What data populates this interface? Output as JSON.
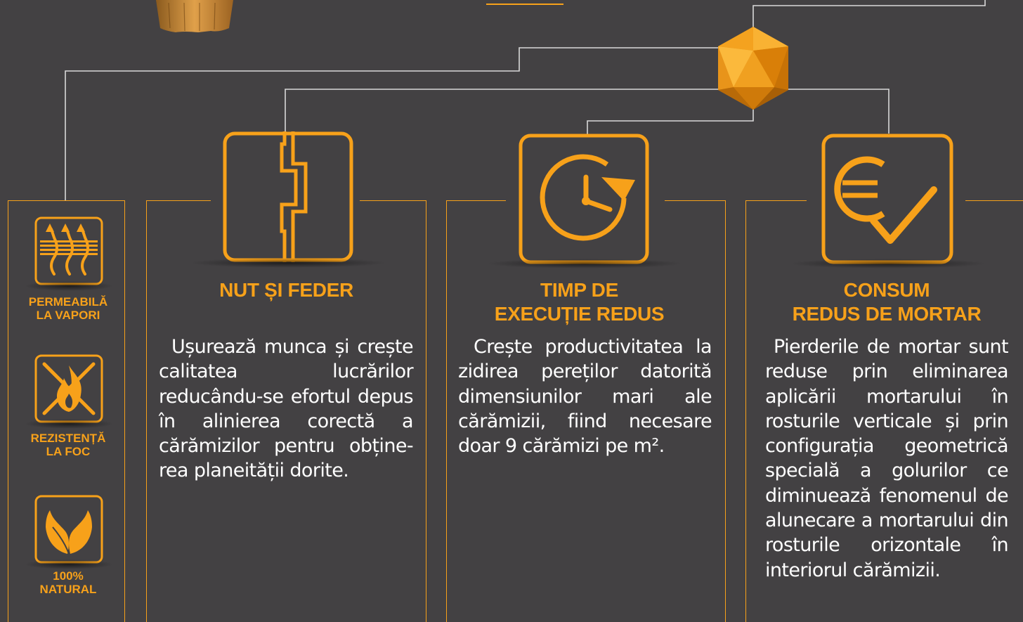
{
  "colors": {
    "accent": "#f7a11a",
    "background": "#434143",
    "connector": "#d9d9d9",
    "text": "#ffffff"
  },
  "sidebar": {
    "features": [
      {
        "icon": "vapor-permeable-icon",
        "label_line1": "PERMEABILĂ",
        "label_line2": "LA VAPORI"
      },
      {
        "icon": "fire-resistant-icon",
        "label_line1": "REZISTENȚĂ",
        "label_line2": "LA FOC"
      },
      {
        "icon": "natural-leaf-icon",
        "label_line1": "100%",
        "label_line2": "NATURAL"
      }
    ]
  },
  "cards": [
    {
      "icon": "tongue-groove-icon",
      "title_line1": "NUT ȘI FEDER",
      "title_line2": "",
      "text": "Ușurează munca și crește calitatea lucrărilor reducându-se efortul depus în alinierea corectă a cărămizilor pentru obține-rea planeității dorite."
    },
    {
      "icon": "clock-refresh-icon",
      "title_line1": "TIMP DE",
      "title_line2": "EXECUȚIE REDUS",
      "text": "Crește productivitatea la zidirea pereților datorită dimensiunilor mari ale cărămizii, fiind necesare doar 9 cărămizi pe m²."
    },
    {
      "icon": "euro-check-icon",
      "title_line1": "CONSUM",
      "title_line2": "REDUS DE MORTAR",
      "text": "Pierderile de mortar sunt reduse prin eliminarea aplicării mortarului în rosturile verticale și prin configurația geometrică specială a golurilor ce diminuează fenomenul de alunecare a mortarului din rosturile orizontale în interiorul cărămizii."
    }
  ]
}
